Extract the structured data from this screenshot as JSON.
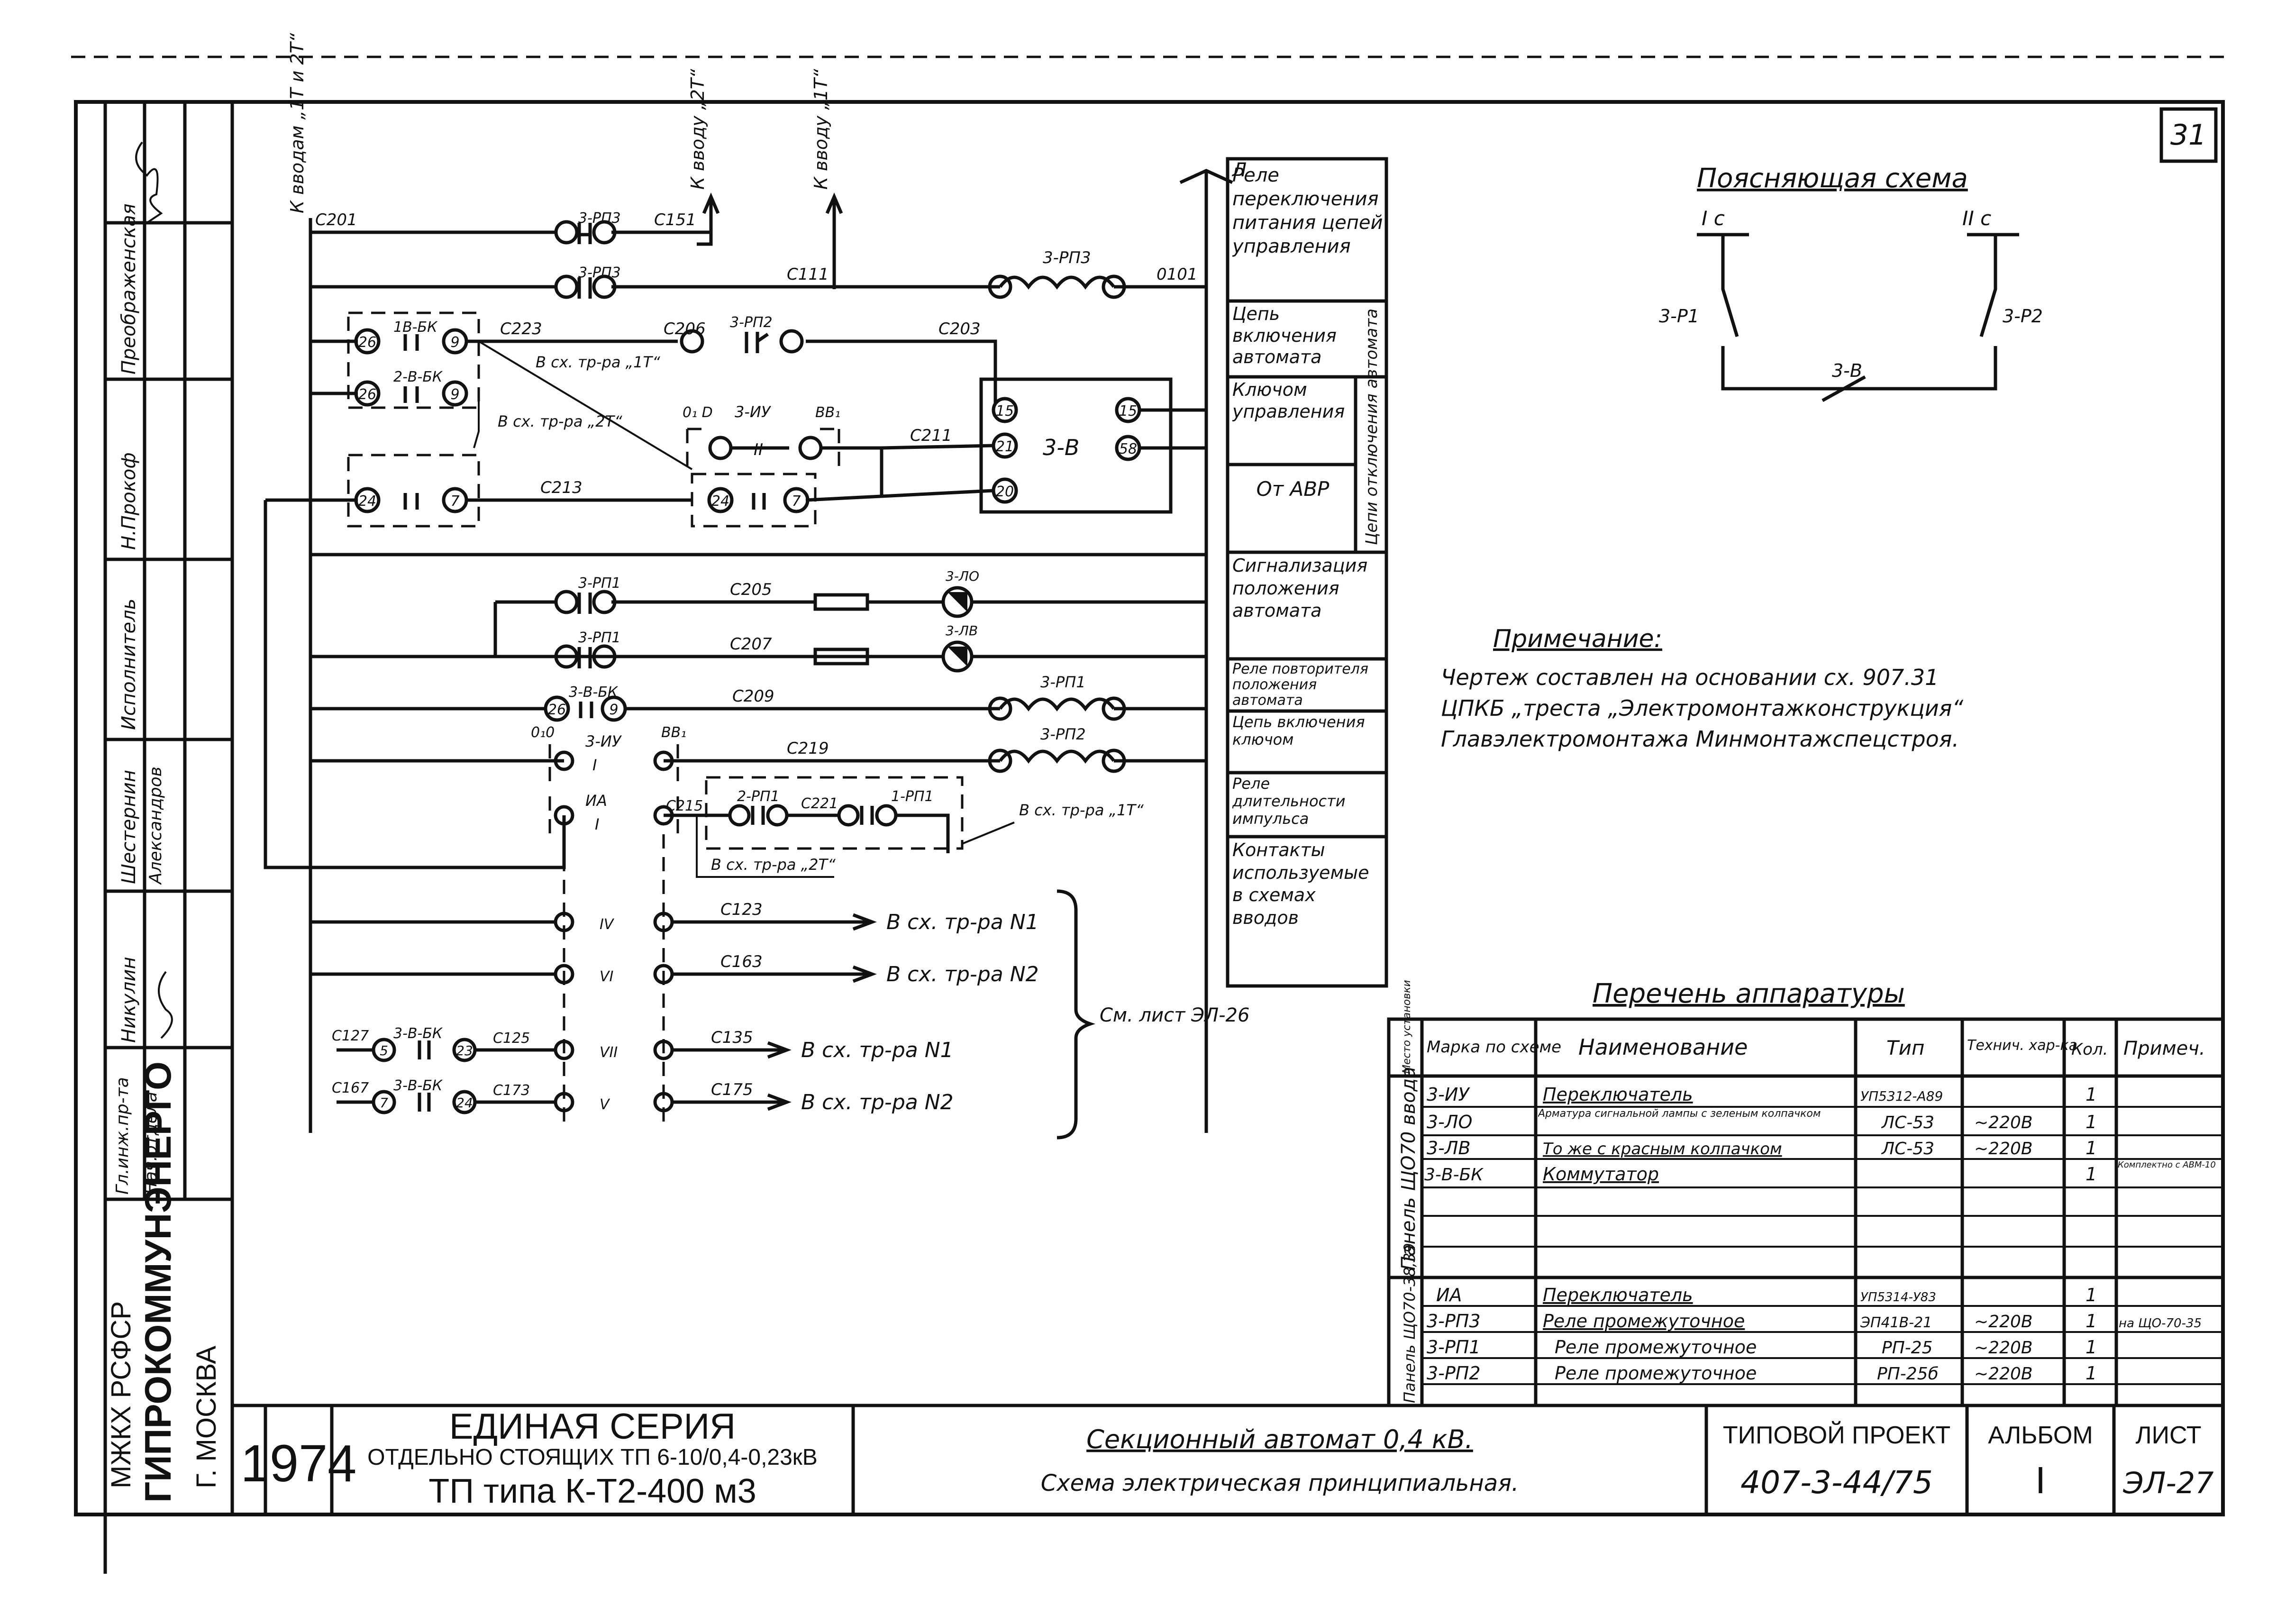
{
  "sheet_number": "31",
  "left_stamp": {
    "org1": "МЖКХ РСФСР",
    "org2": "ГИПРОКОММУНЭНЕРГО",
    "city": "Г. МОСКВА",
    "roles": [
      "Преображенская",
      "Н.Прокоф",
      "Исполнитель",
      "Шестернин",
      "Александров",
      "Никулин",
      "Гл.инж.пр-та",
      "Нач.отдела"
    ]
  },
  "schematic": {
    "vertical_labels": {
      "input_main": "К вводам „1Т и 2Т“",
      "input_2t": "К вводу „2Т“",
      "input_1t": "К вводу „1Т“"
    },
    "wire_labels": [
      "С201",
      "С151",
      "С111",
      "0101",
      "С223",
      "С206",
      "С203",
      "С211",
      "С213",
      "С205",
      "С207",
      "С209",
      "С219",
      "С215",
      "С221",
      "С123",
      "С163",
      "С127",
      "С125",
      "С135",
      "С167",
      "С173",
      "С175"
    ],
    "device_labels": [
      "3-РП3",
      "3-РП3",
      "3-РП3",
      "1В-БК",
      "2-В-БК",
      "3-РП2",
      "3-В",
      "0₁ D",
      "3-ИУ",
      "ВВ₁",
      "II",
      "3-В-БК",
      "3-РП1",
      "3-РП1",
      "3-ЛО",
      "3-ЛВ",
      "3-В-БК",
      "3-РП1",
      "3-РП2",
      "0₁0",
      "3-ИУ",
      "I",
      "ВВ₁",
      "ИА",
      "I",
      "2-РП1",
      "1-РП1",
      "IV",
      "VI",
      "VII",
      "V",
      "3-В-БК",
      "3-В-БК"
    ],
    "terminal_numbers": [
      "26",
      "9",
      "26",
      "9",
      "24",
      "7",
      "15",
      "21",
      "20",
      "15",
      "58",
      "24",
      "7",
      "26",
      "9",
      "5",
      "23",
      "7",
      "24"
    ],
    "cross_refs": [
      "В сх. тр-ра „1Т“",
      "В сх. тр-ра „2Т“",
      "В сх. тр-ра „1Т“",
      "В сх. тр-ра „2Т“",
      "В сх. тр-ра N1",
      "В сх. тр-ра N2",
      "В сх. тр-ра N1",
      "В сх. тр-ра N2"
    ],
    "see_sheet": "См. лист ЭЛ-26"
  },
  "function_column": [
    "Реле переключения питания цепей управления",
    "Цепь включения автомата",
    "Ключом управления",
    "От АВР",
    "Цепи отключения автомата",
    "Сигнализация положения автомата",
    "Реле повторителя положения автомата",
    "Цепь включения ключом",
    "Реле длительности импульса",
    "Контакты используемые в схемах вводов"
  ],
  "explanatory": {
    "title": "Поясняющая схема",
    "bus1": "I с",
    "bus2": "II с",
    "left_breaker": "3-Р1",
    "right_breaker": "3-Р2",
    "section_breaker": "3-В"
  },
  "note": {
    "title": "Примечание:",
    "lines": [
      "Чертеж составлен на основании сх. 907.31",
      "ЦПКБ „треста „Электромонтажконструкция“",
      "Главэлектромонтажа Минмонтажспецстроя."
    ]
  },
  "equipment": {
    "title": "Перечень аппаратуры",
    "headers": [
      "Место установки",
      "Марка по схеме",
      "Наименование",
      "Тип",
      "Технич. хар-ка",
      "Кол.",
      "Примеч."
    ],
    "group1": "Панель ЩО70 ввода",
    "group2": "Панель ЩО70-38,39",
    "rows": [
      [
        "3-ИУ",
        "Переключатель",
        "УП5312-А89",
        "",
        "1",
        ""
      ],
      [
        "3-ЛО",
        "Арматура сигнальной лампы с зеленым колпачком",
        "ЛС-53",
        "~220В",
        "1",
        ""
      ],
      [
        "3-ЛВ",
        "То же с красным колпачком",
        "ЛС-53",
        "~220В",
        "1",
        ""
      ],
      [
        "3-В-БК",
        "Коммутатор",
        "",
        "",
        "1",
        "Комплектно с АВМ-10"
      ],
      [
        "",
        "",
        "",
        "",
        "",
        ""
      ],
      [
        "",
        "",
        "",
        "",
        "",
        ""
      ],
      [
        "",
        "",
        "",
        "",
        "",
        ""
      ],
      [
        "ИА",
        "Переключатель",
        "УП5314-У83",
        "",
        "1",
        ""
      ],
      [
        "3-РП3",
        "Реле промежуточное",
        "ЭП41В-21",
        "~220В",
        "1",
        "на ЩО-70-35"
      ],
      [
        "3-РП1",
        "Реле промежуточное",
        "РП-25",
        "~220В",
        "1",
        ""
      ],
      [
        "3-РП2",
        "Реле промежуточное",
        "РП-25б",
        "~220В",
        "1",
        ""
      ]
    ]
  },
  "title_block": {
    "year": "1974",
    "series_line1": "ЕДИНАЯ СЕРИЯ",
    "series_line2": "ОТДЕЛЬНО СТОЯЩИХ ТП 6-10/0,4-0,23кВ",
    "series_line3": "ТП типа К-Т2-400 м3",
    "title": "Секционный автомат 0,4 кВ.",
    "subtitle": "Схема электрическая принципиальная.",
    "project_label": "ТИПОВОЙ ПРОЕКТ",
    "project_value": "407-3-44/75",
    "album_label": "АЛЬБОМ",
    "album_value": "I",
    "sheet_label": "ЛИСТ",
    "sheet_value": "ЭЛ-27"
  }
}
